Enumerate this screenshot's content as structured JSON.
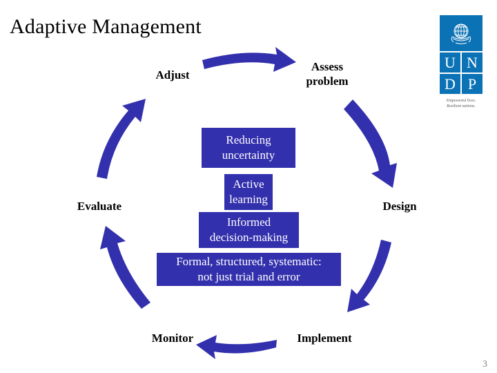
{
  "slide": {
    "title": "Adaptive Management",
    "page_number": "3",
    "background_color": "#ffffff"
  },
  "logo": {
    "name": "undp-logo",
    "brand_color": "#0b72b5",
    "emblem": "un-emblem-icon",
    "letters": [
      "U",
      "N",
      "D",
      "P"
    ],
    "tagline_line1": "Empowered lives.",
    "tagline_line2": "Resilient nations."
  },
  "cycle": {
    "arrow_color": "#3330ad",
    "stages": [
      {
        "id": "adjust",
        "label": "Adjust"
      },
      {
        "id": "assess",
        "label": "Assess\nproblem"
      },
      {
        "id": "design",
        "label": "Design"
      },
      {
        "id": "implement",
        "label": "Implement"
      },
      {
        "id": "monitor",
        "label": "Monitor"
      },
      {
        "id": "evaluate",
        "label": "Evaluate"
      }
    ],
    "arrows": [
      {
        "id": "arrow-top",
        "direction": "right",
        "from": "adjust",
        "to": "assess"
      },
      {
        "id": "arrow-upper-right",
        "direction": "down-right",
        "from": "assess",
        "to": "design"
      },
      {
        "id": "arrow-lower-right",
        "direction": "down-left",
        "from": "design",
        "to": "implement"
      },
      {
        "id": "arrow-bottom",
        "direction": "left",
        "from": "implement",
        "to": "monitor"
      },
      {
        "id": "arrow-lower-left",
        "direction": "up-left",
        "from": "monitor",
        "to": "evaluate"
      },
      {
        "id": "arrow-upper-left",
        "direction": "up-right",
        "from": "evaluate",
        "to": "adjust"
      }
    ]
  },
  "center_boxes": {
    "box_color": "#3330ad",
    "text_color": "#ffffff",
    "items": [
      {
        "id": "reducing",
        "text": "Reducing\nuncertainty"
      },
      {
        "id": "active",
        "text": "Active\nlearning"
      },
      {
        "id": "informed",
        "text": "Informed\ndecision-making"
      },
      {
        "id": "formal",
        "text": "Formal, structured, systematic:\nnot just trial and error"
      }
    ]
  }
}
